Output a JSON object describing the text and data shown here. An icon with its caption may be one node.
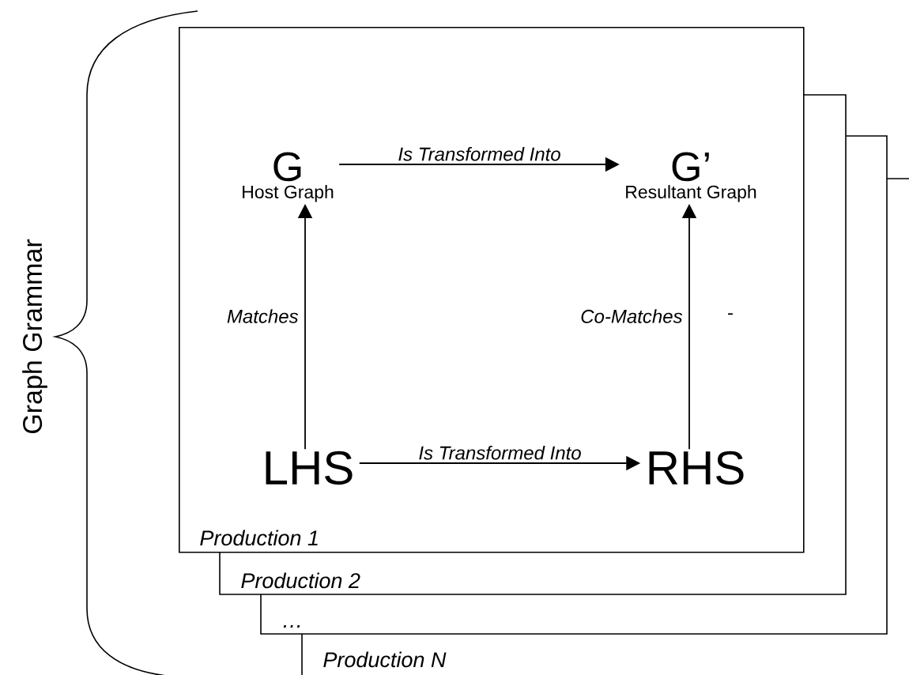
{
  "diagram": {
    "nodes": [
      {
        "text": [
          "Production 1"
        ]
      },
      {
        "text": [
          "G",
          "Host Graph"
        ],
        "in": 0
      },
      {
        "text": [
          "G’",
          "Resultant Graph"
        ],
        "in": 0
      },
      {
        "text": [
          "LHS"
        ],
        "in": 0
      },
      {
        "text": [
          "RHS"
        ],
        "in": 0
      },
      {
        "text": [
          "Production 2"
        ]
      },
      {
        "text": [
          "…"
        ]
      },
      {
        "text": [
          "Production N"
        ]
      }
    ],
    "edges": [
      {
        "from": 1,
        "to": 2,
        "arrow": "to",
        "label": "Is Transformed Into"
      },
      {
        "from": 3,
        "to": 1,
        "arrow": "to",
        "label": "Matches"
      },
      {
        "from": 4,
        "to": 2,
        "arrow": "to",
        "label": "Co-Matches"
      },
      {
        "from": 3,
        "to": 4,
        "arrow": "to",
        "label": "Is Transformed Into"
      }
    ],
    "labels": [
      "Graph Grammar",
      "-"
    ]
  }
}
